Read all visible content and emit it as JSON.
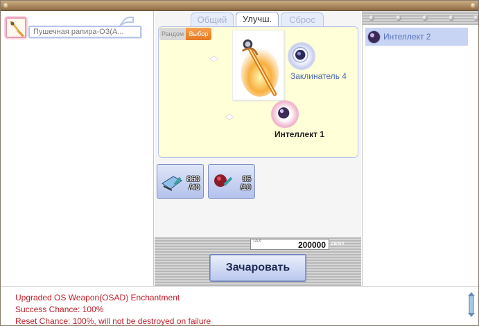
{
  "item": {
    "name": "Пушечная рапира-ОЗ(А...",
    "icon": "cannon-rapier-icon"
  },
  "tabs": [
    {
      "label": "Общий"
    },
    {
      "label": "Улучш."
    },
    {
      "label": "Сброс"
    }
  ],
  "mode_toggle": {
    "random_label": "Рандом",
    "select_label": "Выбор",
    "selected": "Выбор"
  },
  "slots": {
    "enchanter": {
      "label": "Заклинатель 4",
      "icon": "enchanter-orb-icon"
    },
    "result": {
      "label": "Интеллект 1",
      "icon": "intelligence-orb-icon"
    }
  },
  "materials": [
    {
      "icon": "blueprint-material-icon",
      "owned": "860",
      "required": "/40"
    },
    {
      "icon": "red-ore-material-icon",
      "owned": "95",
      "required": "/10"
    }
  ],
  "tax": {
    "label": "TAX",
    "amount": "200000",
    "currency": "ZENY"
  },
  "enchant_button": {
    "label": "Зачаровать"
  },
  "options": [
    {
      "label": "Интеллект 2",
      "icon": "intelligence-orb-icon"
    }
  ],
  "info": [
    "Upgraded OS Weapon(OSAD) Enchantment",
    "Success Chance: 100%",
    "Reset Chance: 100%, will not be destroyed on failure"
  ],
  "colors": {
    "info_text": "#c0202a",
    "slot_bg": "#ffffd8",
    "accent_orange": "#e87820"
  }
}
